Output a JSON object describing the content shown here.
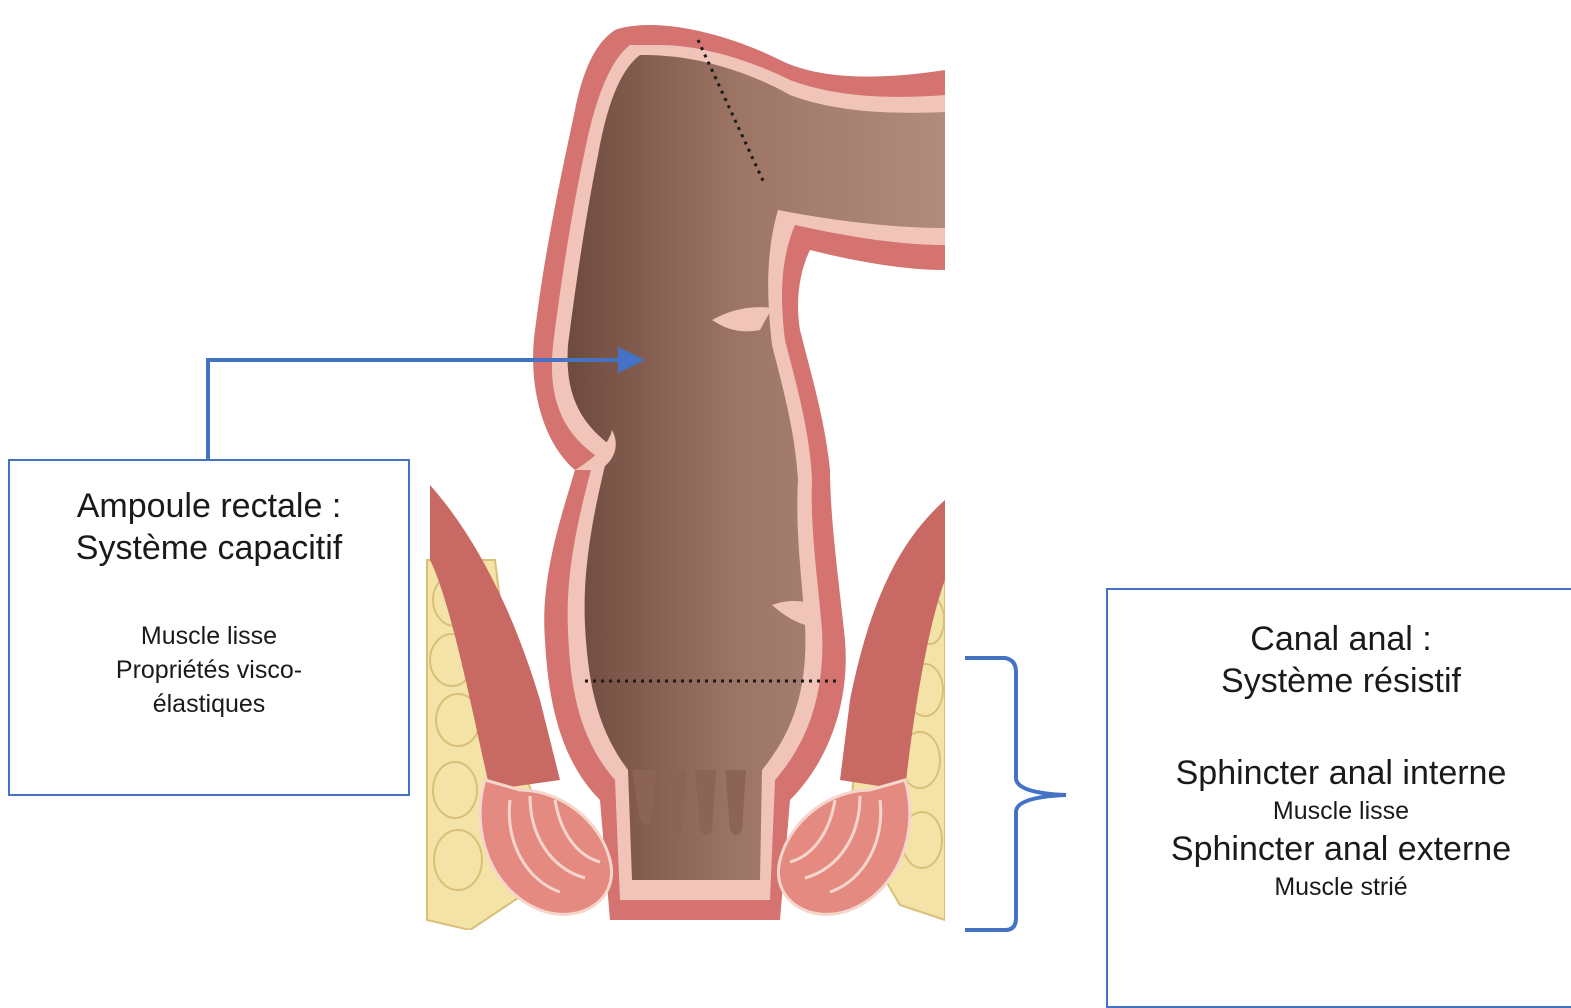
{
  "box_left": {
    "title_line1": "Ampoule rectale :",
    "title_line2": "Système capacitif",
    "detail_line1": "Muscle lisse",
    "detail_line2": "Propriétés visco-",
    "detail_line3": "élastiques"
  },
  "box_right": {
    "title_line1": "Canal anal :",
    "title_line2": "Système résistif",
    "sphincter_internal": "Sphincter anal interne",
    "sphincter_internal_type": "Muscle lisse",
    "sphincter_external": "Sphincter anal externe",
    "sphincter_external_type": "Muscle strié"
  },
  "colors": {
    "arrow": "#4472c4",
    "muscle": "#d4736f",
    "muscle_dark": "#b8504d",
    "mucosa_lining": "#f0c4b8",
    "lumen": "#9c7565",
    "fat": "#f4e3a6"
  }
}
